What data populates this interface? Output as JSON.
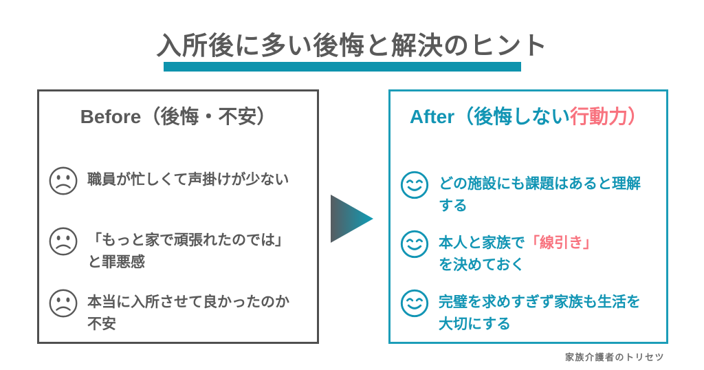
{
  "colors": {
    "title_gray": "#595959",
    "teal": "#1295B4",
    "teal_bar": "#0E93AD",
    "teal_border": "#1C9DB8",
    "gray_border": "#4F4F4F",
    "accent_pink": "#F8737F",
    "arrow_gradient_start": "#575C61",
    "arrow_gradient_end": "#0E9DB6"
  },
  "header": {
    "title": "入所後に多い後悔と解決のヒント"
  },
  "before_panel": {
    "title": "Before（後悔・不安）",
    "items": [
      {
        "text": "職員が忙しくて声掛けが少ない"
      },
      {
        "text": "「もっと家で頑張れたのでは」\nと罪悪感"
      },
      {
        "text": "本当に入所させて良かったのか\n不安"
      }
    ]
  },
  "after_panel": {
    "title_prefix": "After（後悔しない",
    "title_accent": "行動力）",
    "items": [
      {
        "pre": "どの施設にも課題はあると理解\nする",
        "accent": "",
        "post": ""
      },
      {
        "pre": "本人と家族で",
        "accent": "「線引き」",
        "post": "\nを決めておく"
      },
      {
        "pre": "完璧を求めすぎず家族も生活を\n大切にする",
        "accent": "",
        "post": ""
      }
    ]
  },
  "footer": {
    "credit": "家族介護者のトリセツ"
  }
}
